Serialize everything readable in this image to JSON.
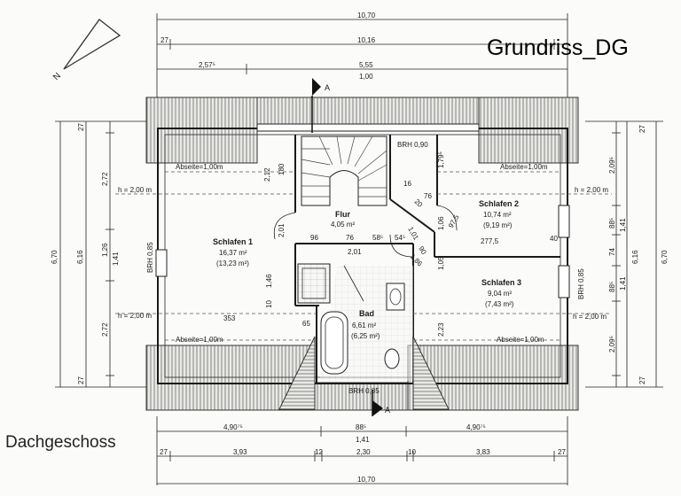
{
  "title": "Grundriss_DG",
  "subtitle": "Dachgeschoss",
  "rooms": [
    {
      "name": "Flur",
      "area": "4,05 m²",
      "area2": ""
    },
    {
      "name": "Schlafen 1",
      "area": "16,37 m²",
      "area2": "(13,23 m²)"
    },
    {
      "name": "Schlafen 2",
      "area": "10,74 m²",
      "area2": "(9,19 m²)"
    },
    {
      "name": "Schlafen 3",
      "area": "9,04 m²",
      "area2": "(7,43 m²)"
    },
    {
      "name": "Bad",
      "area": "6,61 m²",
      "area2": "(6,25 m²)"
    }
  ],
  "top_dims": {
    "overall": "10,70",
    "inner": "10,16",
    "wall": "27",
    "left_offset": "2,57⁵",
    "middle": "5,55",
    "middle_sub": "1,00"
  },
  "bottom_dims": {
    "row1": [
      "4,90⁷⁵",
      "88⁵",
      "4,90⁷⁵"
    ],
    "row1_sub": "1,41",
    "row2": [
      "27",
      "3,93",
      "12",
      "2,30",
      "10",
      "3,83",
      "27"
    ],
    "overall": "10,70"
  },
  "left_dims": {
    "overall": "6,70",
    "inner": "6,16",
    "parts": [
      "27",
      "2,72",
      "1,26",
      "1,41",
      "2,72",
      "27"
    ]
  },
  "right_dims": {
    "overall": "6,70",
    "inner": "6,16",
    "parts": [
      "27",
      "2,09⁵",
      "88⁵",
      "1,41",
      "74",
      "88⁵",
      "1,41",
      "2,09⁵",
      "27"
    ]
  },
  "inner_labels": {
    "brh_top": "BRH 0,90",
    "brh_left": "BRH 0,85",
    "brh_right": "BRH 0,85",
    "brh_bottom": "BRH 0,85",
    "abseite_tl": "Abseite=1,00m",
    "abseite_tr": "Abseite=1,00m",
    "abseite_bl": "Abseite=1,00m",
    "abseite_br": "Abseite=1,00m",
    "h_tl": "h = 2,00 m",
    "h_tr": "h = 2,00 m",
    "h_bl": "h = 2,00 m",
    "h_br": "h = 2,00 m",
    "d_212": "2,12",
    "d_180": "180",
    "d_201v": "2,01",
    "d_96": "96",
    "d_76": "76",
    "d_58": "58⁵",
    "d_54": "54⁵",
    "d_201h": "2,01",
    "d_146": "1,46",
    "d_10": "10",
    "d_353": "353",
    "d_65": "65",
    "d_179": "1,79⁵",
    "d_106": "1,06",
    "d_105": "1,05",
    "d_2775": "277,5",
    "d_40": "40",
    "d_223": "2,23",
    "d_97": "97,5",
    "d_16": "16",
    "d_20": "20",
    "d_76b": "76",
    "d_101": "1,01",
    "d_90": "90",
    "d_186": "1,86"
  },
  "north": "N"
}
